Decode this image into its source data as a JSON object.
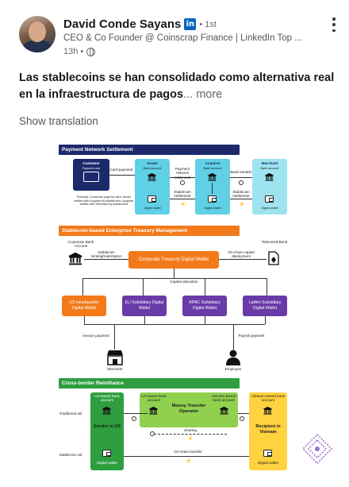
{
  "post": {
    "author_name": "David Conde Sayans",
    "linkedin_badge": "in",
    "degree": "• 1st",
    "headline": "CEO & Co Founder @ Coinscrap Finance | LinkedIn Top ...",
    "time": "13h •",
    "body_text": "Las stablecoins se han consolidado como alternativa real en la infraestructura de pagos",
    "more_label": "... more",
    "show_translation": "Show translation"
  },
  "infographic": {
    "section1": {
      "title": "Payment Network Settlement",
      "customer": "Customer",
      "payment_card": "Payment card",
      "card_payment": "Card payment",
      "issuer": "Issuer",
      "issuer_bank": "Bank account",
      "issuer_wallet": "Digital wallet",
      "payment_network": "Payment network settlement",
      "stablecoin_settlement": "Stablecoin settlement",
      "acquirer": "Acquirer",
      "acquirer_bank": "Bank account",
      "acquirer_wallet": "Digital wallet",
      "bank_transfer": "Bank transfer",
      "stablecoin_settlement2": "Stablecoin settlement",
      "merchant": "Merchant",
      "merchant_bank": "Bank account",
      "merchant_wallet": "Digital wallet",
      "example": "Example: Customer pays by card. Issuer settles with Acquirer by stablecoins. Acquirer settles with Merchant by stablecoins"
    },
    "section2": {
      "title": "Stablecoin-based Enterprise Treasury Management",
      "corporate_bank": "Corporate Bank Account",
      "minting": "Stablecoin minting/redemption",
      "treasury": "Corporate Treasury Digital Wallet",
      "onchain_deploy": "On-chain capital deployment",
      "tokenized_bond": "Tokenized Bond",
      "capital_allocation": "Capital allocation",
      "us_hq": "US Headquarter Digital Wallet",
      "eu_sub": "EU Subsidiary Digital Wallet",
      "apac_sub": "APAC Subsidiary Digital Wallet",
      "latam_sub": "LatAm Subsidiary Digital Wallet",
      "invoice_payment": "Invoice payment",
      "payroll_payment": "Payroll payment",
      "merchant": "Merchant",
      "employee": "Employee"
    },
    "section3": {
      "title": "Cross-border Remittance",
      "traditional_rail": "Traditional rail",
      "stablecoin_rail": "Stablecoin rail",
      "us_bank": "US-based bank account",
      "sender": "Sender in US",
      "sender_wallet": "Digital wallet",
      "mto_us_bank": "US-based bank account",
      "mto": "Money Transfer Operator",
      "mto_vn_bank": "Vietnam-based bank account",
      "clearing": "clearing",
      "vn_bank": "Vietnam-based bank account",
      "recipient": "Recipient in Vietnam",
      "recipient_wallet": "Digital wallet",
      "onchain_transfer": "On-chain transfer"
    }
  },
  "colors": {
    "linkedin_blue": "#0a66c2",
    "navy": "#1c2a6b",
    "orange": "#f27a1a",
    "purple": "#6a3aa8",
    "green": "#2e9e3f",
    "light_green": "#8fd14f",
    "cyan": "#5fd0e6",
    "yellow": "#ffd23f"
  }
}
